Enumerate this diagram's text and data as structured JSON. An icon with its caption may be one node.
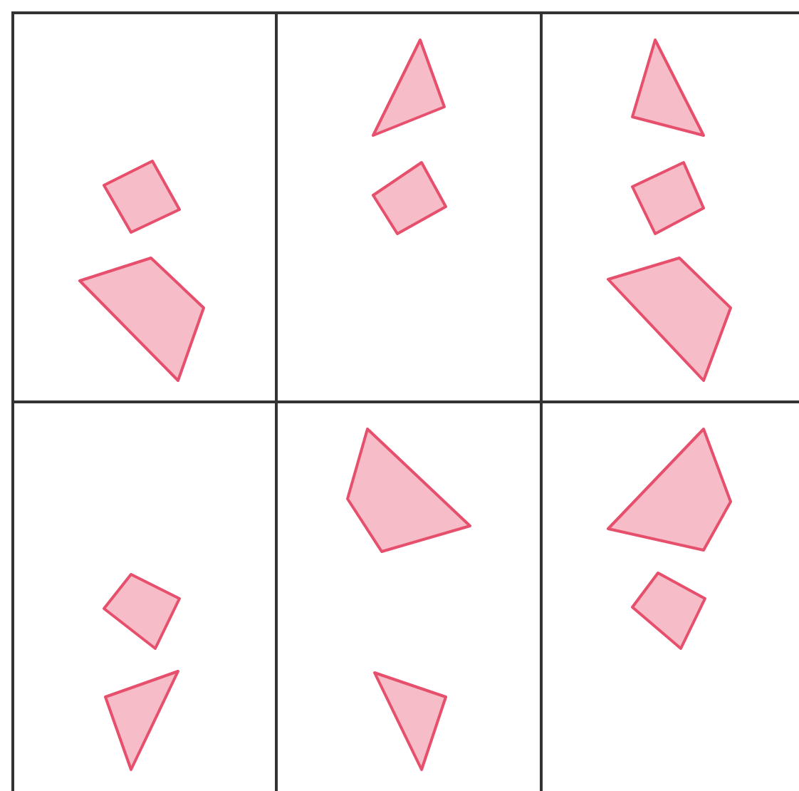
{
  "diagram": {
    "nodes": [
      {
        "text": [],
        "shape": "box"
      },
      {
        "text": [],
        "shape": "square",
        "in": 0
      },
      {
        "text": [],
        "shape": "quadrilateral",
        "in": 0
      },
      {
        "text": [],
        "shape": "box"
      },
      {
        "text": [],
        "shape": "triangle",
        "in": 3
      },
      {
        "text": [],
        "shape": "square",
        "in": 3
      },
      {
        "text": [],
        "shape": "box"
      },
      {
        "text": [],
        "shape": "triangle",
        "in": 6
      },
      {
        "text": [],
        "shape": "square",
        "in": 6
      },
      {
        "text": [],
        "shape": "quadrilateral",
        "in": 6
      },
      {
        "text": [],
        "shape": "box"
      },
      {
        "text": [],
        "shape": "square",
        "in": 10
      },
      {
        "text": [],
        "shape": "triangle",
        "in": 10
      },
      {
        "text": [],
        "shape": "box"
      },
      {
        "text": [],
        "shape": "quadrilateral",
        "in": 13
      },
      {
        "text": [],
        "shape": "triangle",
        "in": 13
      },
      {
        "text": [],
        "shape": "box"
      },
      {
        "text": [],
        "shape": "quadrilateral",
        "in": 16
      },
      {
        "text": [],
        "shape": "square",
        "in": 16
      }
    ]
  }
}
